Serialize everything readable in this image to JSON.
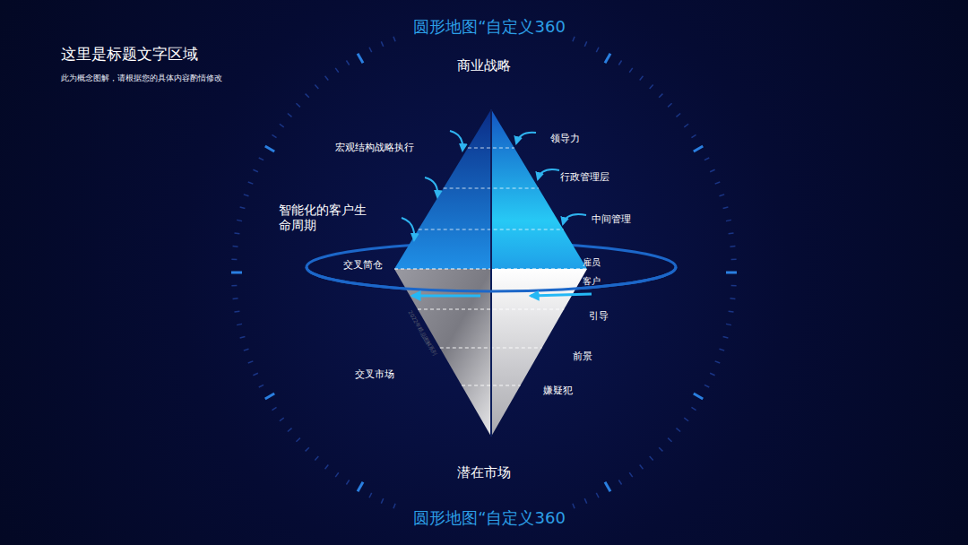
{
  "diagram": {
    "title": "这里是标题文字区域",
    "labels": [
      "此为概念图解，请根据您的具体内容酌情修改",
      "圆形地图“自定义360",
      "商业战略",
      "宏观结构战略执行",
      "领导力",
      "行政管理层",
      "智能化的客户生命周期",
      "中间管理",
      "交叉简仓",
      "雇员",
      "客户",
      "引导",
      "2022年精品图解系列",
      "前景",
      "交叉市场",
      "嫌疑犯",
      "潜在市场",
      "圆形地图“自定义360"
    ]
  }
}
